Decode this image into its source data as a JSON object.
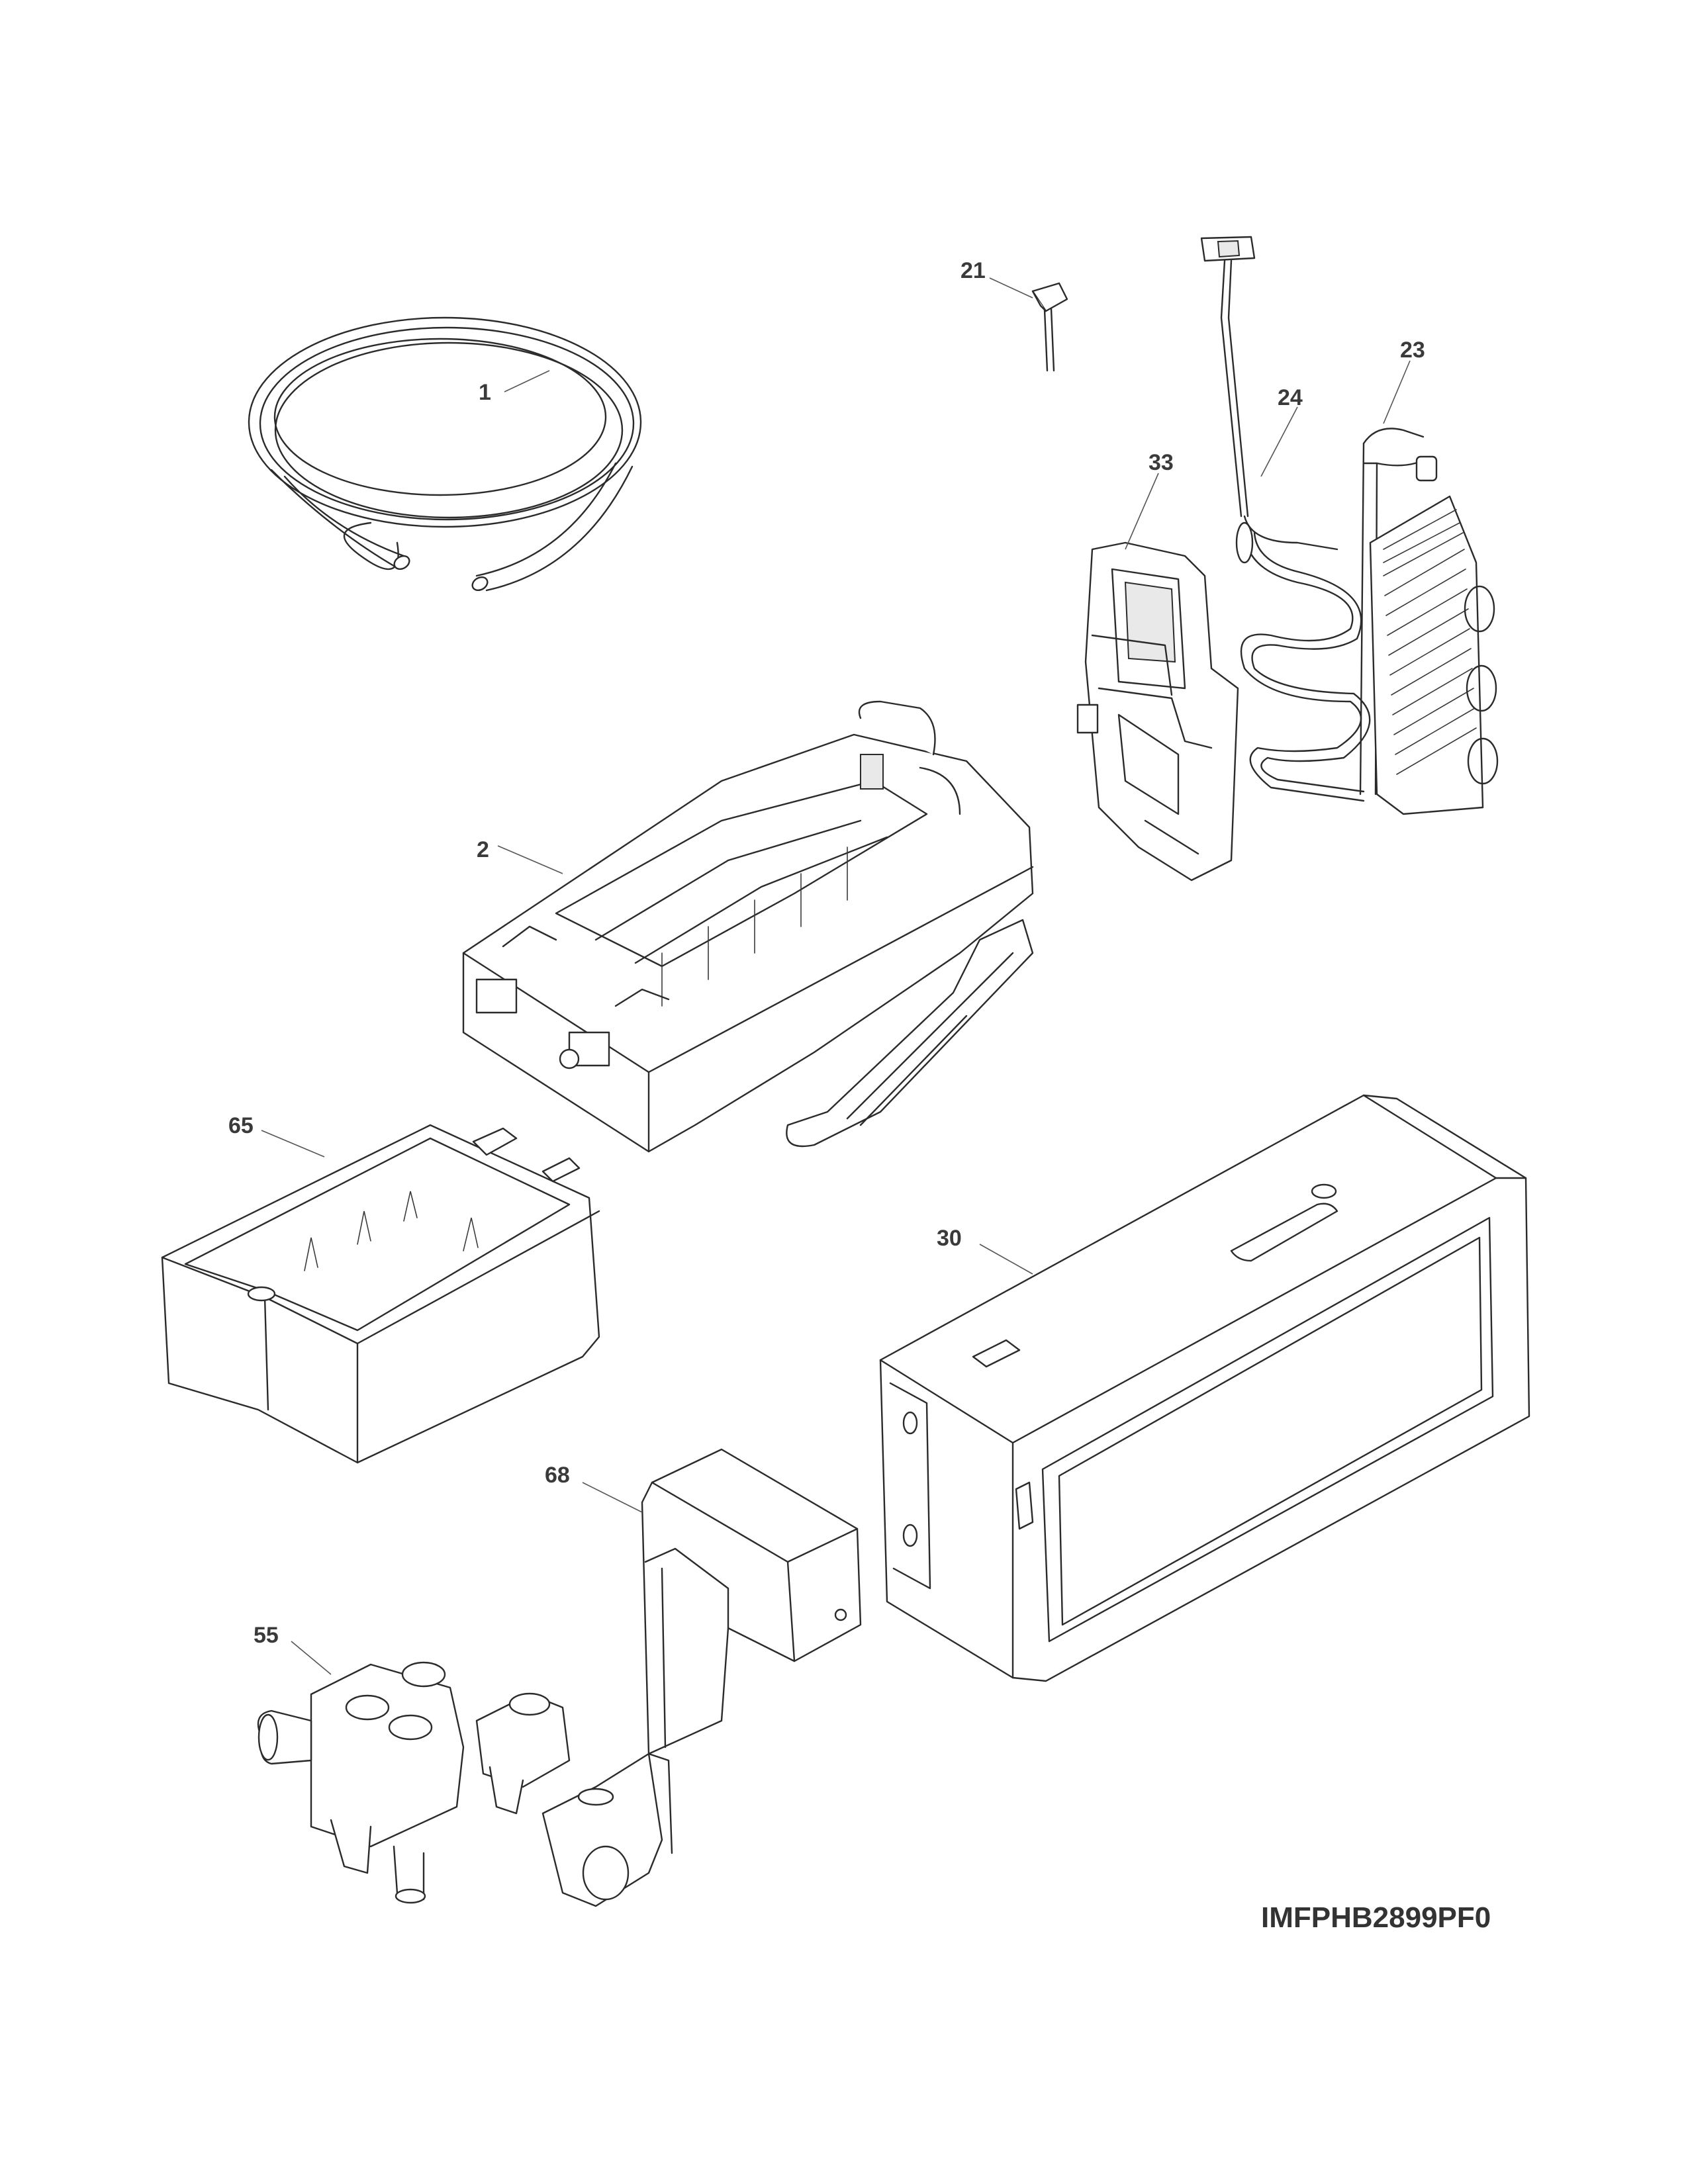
{
  "callouts": {
    "p1": "1",
    "p2": "2",
    "p21": "21",
    "p23": "23",
    "p24": "24",
    "p30": "30",
    "p33": "33",
    "p55": "55",
    "p65": "65",
    "p68": "68"
  },
  "drawing_code": "IMFPHB2899PF0",
  "icons": {
    "p1": "water-tube-coil-icon",
    "p2": "ice-maker-icon",
    "p21": "thermistor-icon",
    "p23": "evaporator-icon",
    "p24": "heater-harness-icon",
    "p30": "ice-box-housing-icon",
    "p33": "evaporator-cover-icon",
    "p55": "water-valve-icon",
    "p65": "ice-bucket-icon",
    "p68": "front-cover-icon"
  }
}
